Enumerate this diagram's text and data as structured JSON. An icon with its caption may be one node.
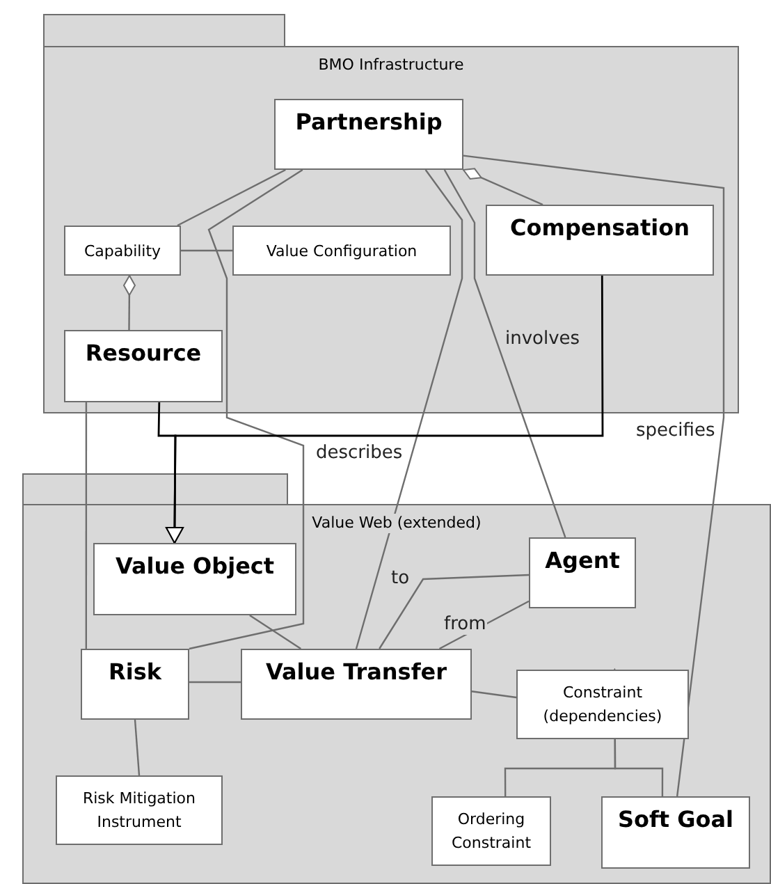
{
  "diagram": {
    "nodes": [
      {
        "text": [
          "BMO Infrastructure"
        ]
      },
      {
        "text": [
          "Partnership"
        ],
        "in": 0
      },
      {
        "text": [
          "Capability"
        ],
        "in": 0
      },
      {
        "text": [
          "Value Configuration"
        ],
        "in": 0
      },
      {
        "text": [
          "Compensation"
        ],
        "in": 0
      },
      {
        "text": [
          "Resource"
        ],
        "in": 0
      },
      {
        "text": [
          "Value Web (extended)"
        ]
      },
      {
        "text": [
          "Value Object"
        ],
        "in": 6
      },
      {
        "text": [
          "Agent"
        ],
        "in": 6
      },
      {
        "text": [
          "Risk"
        ],
        "in": 6
      },
      {
        "text": [
          "Value Transfer"
        ],
        "in": 6
      },
      {
        "text": [
          "Constraint (dependencies)"
        ],
        "in": 6
      },
      {
        "text": [
          "Risk Mitigation Instrument"
        ],
        "in": 6
      },
      {
        "text": [
          "Ordering Constraint"
        ],
        "in": 6
      },
      {
        "text": [
          "Soft Goal"
        ],
        "in": 6
      }
    ],
    "edges": [
      {
        "from": 1,
        "to": 2,
        "arrow": "none"
      },
      {
        "from": 2,
        "to": 3,
        "arrow": "none"
      },
      {
        "from": 1,
        "to": 4,
        "arrow": "other"
      },
      {
        "from": 2,
        "to": 5,
        "arrow": "other"
      },
      {
        "from": 1,
        "to": 9,
        "arrow": "none"
      },
      {
        "from": 1,
        "to": 10,
        "arrow": "none",
        "label": "describes"
      },
      {
        "from": 1,
        "to": 8,
        "arrow": "none",
        "label": "involves"
      },
      {
        "from": 1,
        "to": 14,
        "arrow": "none",
        "label": "specifies"
      },
      {
        "from": 5,
        "to": 9,
        "arrow": "none"
      },
      {
        "from": 5,
        "to": 7,
        "arrow": "to",
        "color": "#000000"
      },
      {
        "from": 4,
        "to": 7,
        "arrow": "to",
        "color": "#000000"
      },
      {
        "from": 7,
        "to": 10,
        "arrow": "none"
      },
      {
        "from": 8,
        "to": 10,
        "arrow": "none",
        "label": "to"
      },
      {
        "from": 8,
        "to": 10,
        "arrow": "none",
        "label": "from"
      },
      {
        "from": 9,
        "to": 10,
        "arrow": "none"
      },
      {
        "from": 10,
        "to": 11,
        "arrow": "none"
      },
      {
        "from": 9,
        "to": 12,
        "arrow": "none"
      },
      {
        "from": 13,
        "to": 11,
        "arrow": "to"
      },
      {
        "from": 14,
        "to": 11,
        "arrow": "to"
      }
    ]
  }
}
